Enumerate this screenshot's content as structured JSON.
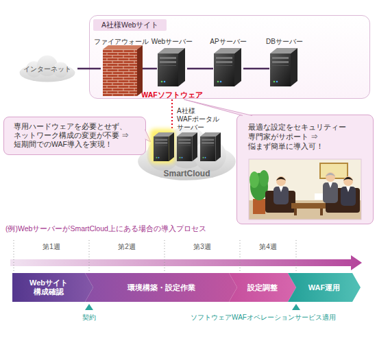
{
  "diagram": {
    "nodes": [
      {
        "text": [
          "A社様Webサイト"
        ]
      },
      {
        "text": [
          "インターネット"
        ]
      },
      {
        "text": [
          "ファイアウォール"
        ],
        "in": 0
      },
      {
        "text": [
          "Webサーバー",
          "WAFソフトウェア"
        ],
        "in": 0
      },
      {
        "text": [
          "APサーバー"
        ],
        "in": 0
      },
      {
        "text": [
          "DBサーバー"
        ],
        "in": 0
      },
      {
        "text": [
          "SmartCloud"
        ]
      },
      {
        "text": [
          "A社様 WAFポータル サーバー"
        ],
        "in": 6
      },
      {
        "text": [
          "専用ハードウェアを必要とせず、 ネットワーク構成の変更が不要 ⇒短期間でのWAF導入を実現！"
        ]
      },
      {
        "text": [
          "最適な設定をセキュリティー 専門家がサポート ⇒悩まず簡単に導入可！"
        ]
      },
      {
        "text": [
          "Webサイト 構成確認"
        ]
      },
      {
        "text": [
          "環境構築・設定作業"
        ]
      },
      {
        "text": [
          "設定調整"
        ]
      },
      {
        "text": [
          "WAF運用"
        ]
      }
    ],
    "edges": [
      {
        "from": 1,
        "to": 2,
        "arrow": "none"
      },
      {
        "from": 2,
        "to": 3,
        "arrow": "none"
      },
      {
        "from": 3,
        "to": 4,
        "arrow": "none"
      },
      {
        "from": 4,
        "to": 5,
        "arrow": "none"
      },
      {
        "from": 3,
        "to": 7,
        "arrow": "none"
      },
      {
        "from": 8,
        "to": 7,
        "arrow": "none"
      },
      {
        "from": 9,
        "to": 3,
        "arrow": "none"
      }
    ],
    "labels": [
      "(例)WebサーバーがSmartCloud上にある場合の導入プロセス",
      "第1週",
      "第2週",
      "第3週",
      "第4週",
      "契約",
      "ソフトウェアWAFオペレーションサービス適用"
    ]
  }
}
